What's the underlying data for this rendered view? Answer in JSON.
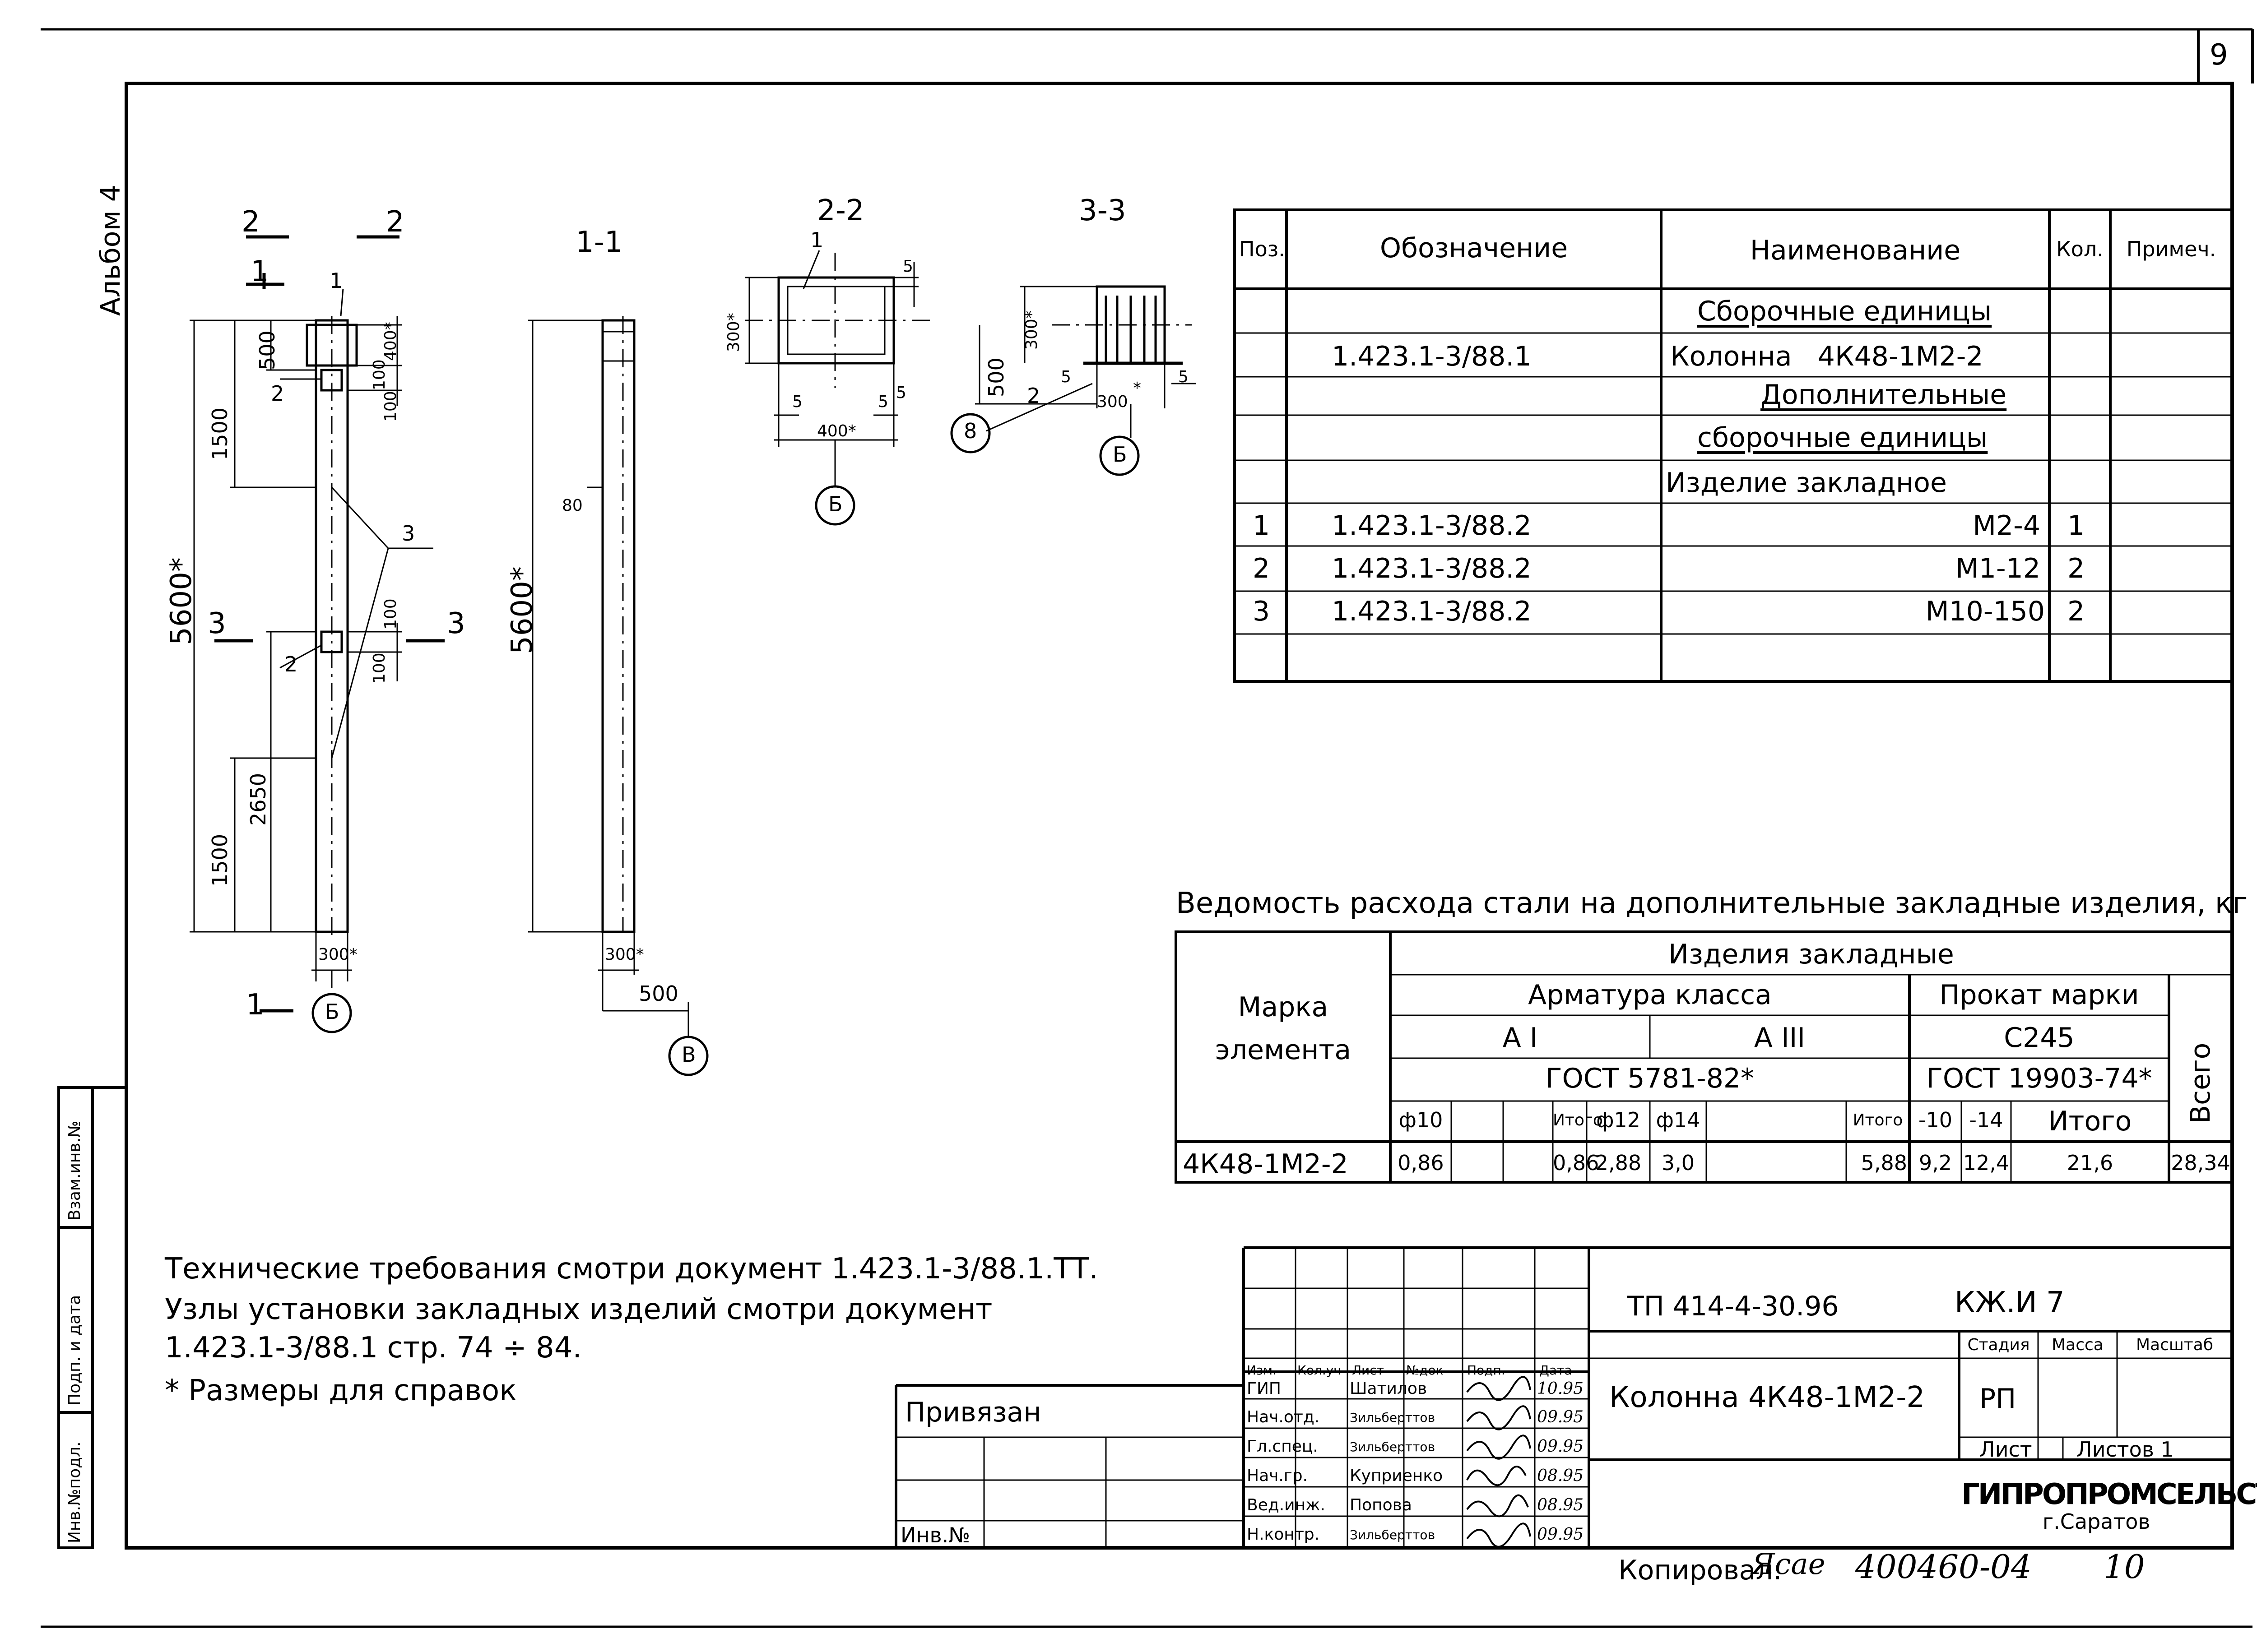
{
  "sheet": {
    "number": "9",
    "album": "Альбом 4",
    "side_labels": [
      "Инв.№подл.",
      "Подп. и дата",
      "Взам.инв.№"
    ]
  },
  "drawing": {
    "cut_labels": {
      "c2a": "2",
      "c2b": "2",
      "c1a": "1",
      "c1b": "1",
      "c3a": "3",
      "c3b": "3",
      "s11": "1-1",
      "s22": "2-2",
      "s33": "3-3"
    },
    "callouts": {
      "p1": "1",
      "p2a": "2",
      "p2b": "2",
      "p3": "3",
      "q1": "1",
      "q2": "2",
      "q8": "8",
      "b1": "Б",
      "b2": "Б",
      "b3": "Б",
      "v1": "В"
    },
    "dims": {
      "d500": "500",
      "d1500a": "1500",
      "d5600a": "5600*",
      "d400": "400*",
      "d100a": "100",
      "d100b": "100",
      "d100c": "100",
      "d100d": "100",
      "d2650": "2650",
      "d1500b": "1500",
      "d300a": "300*",
      "d5600b": "5600*",
      "d80": "80",
      "d300b": "300*",
      "d500b": "500",
      "s22_300": "300*",
      "s22_5a": "5",
      "s22_5b": "5",
      "s22_5c": "5",
      "s22_5d": "5",
      "s22_400": "400*",
      "s33_300": "300*",
      "s33_500": "500",
      "s33_5a": "5",
      "s33_5b": "5",
      "s33_300b": "300",
      "s33_star": "*"
    }
  },
  "spec": {
    "headers": [
      "Поз.",
      "Обозначение",
      "Наименование",
      "Кол.",
      "Примеч."
    ],
    "rows": [
      {
        "pos": "",
        "code": "",
        "name": "Сборочные единицы",
        "qty": "",
        "note": ""
      },
      {
        "pos": "",
        "code": "1.423.1-3/88.1",
        "name": "Колонна   4К48-1М2-2",
        "qty": "",
        "note": ""
      },
      {
        "pos": "",
        "code": "",
        "name": "Дополнительные",
        "qty": "",
        "note": ""
      },
      {
        "pos": "",
        "code": "",
        "name": "сборочные единицы",
        "qty": "",
        "note": ""
      },
      {
        "pos": "",
        "code": "",
        "name": "Изделие закладное",
        "qty": "",
        "note": ""
      },
      {
        "pos": "1",
        "code": "1.423.1-3/88.2",
        "name": "М2-4",
        "qty": "1",
        "note": ""
      },
      {
        "pos": "2",
        "code": "1.423.1-3/88.2",
        "name": "М1-12",
        "qty": "2",
        "note": ""
      },
      {
        "pos": "3",
        "code": "1.423.1-3/88.2",
        "name": "М10-150",
        "qty": "2",
        "note": ""
      },
      {
        "pos": "",
        "code": "",
        "name": "",
        "qty": "",
        "note": ""
      }
    ]
  },
  "steel": {
    "title": "Ведомость расхода стали на дополнительные закладные изделия, кг",
    "mark_header": "Марка элемента",
    "group": "Изделия закладные",
    "arm": "Арматура класса",
    "prokat": "Прокат марки",
    "ai": "А I",
    "aiii": "А III",
    "c245": "С245",
    "gost1": "ГОСТ 5781-82*",
    "gost2": "ГОСТ 19903-74*",
    "total": "Всего",
    "sub": [
      "ф10",
      "",
      "",
      "Итого",
      "ф12",
      "ф14",
      "",
      "Итого",
      "-10",
      "-14",
      "Итого"
    ],
    "row": {
      "mark": "4К48-1М2-2",
      "vals": [
        "0,86",
        "",
        "",
        "0,86",
        "2,88",
        "3,0",
        "",
        "5,88",
        "9,2",
        "12,4",
        "21,6"
      ],
      "total": "28,34"
    }
  },
  "notes": {
    "l1": "Технические требования смотри документ 1.423.1-3/88.1.ТТ.",
    "l2": "Узлы установки закладных изделий смотри документ",
    "l3": "1.423.1-3/88.1  стр. 74 ÷ 84.",
    "l4": "* Размеры для справок"
  },
  "stamp": {
    "privyazan": "Привязан",
    "inv": "Инв.№",
    "doc_code": "ТП 414-4-30.96",
    "mark": "КЖ.И 7",
    "title": "Колонна 4К48-1М2-2",
    "stage_h": "Стадия",
    "mass_h": "Масса",
    "scale_h": "Масштаб",
    "stage": "РП",
    "sheet_h": "Лист",
    "sheets_h": "Листов 1",
    "org": "ГИПРОПРОМСЕЛЬСТРОЙ",
    "city": "г.Саратов",
    "cols": [
      "Изм.",
      "Кол.уч",
      "Лист",
      "№док",
      "Подп.",
      "Дата"
    ],
    "people": [
      {
        "role": "ГИП",
        "name": "Шатилов",
        "date": "10.95"
      },
      {
        "role": "Нач.отд.",
        "name": "Зильберттов",
        "date": "09.95"
      },
      {
        "role": "Гл.спец.",
        "name": "Зильберттов",
        "date": "09.95"
      },
      {
        "role": "Нач.гр.",
        "name": "Куприенко",
        "date": "08.95"
      },
      {
        "role": "Вед.инж.",
        "name": "Попова",
        "date": "08.95"
      },
      {
        "role": "Н.контр.",
        "name": "Зильберттов",
        "date": "09.95"
      }
    ],
    "copied": "Копировал:",
    "copied_sig": "Ясае",
    "order": "400460-04",
    "page": "10"
  }
}
